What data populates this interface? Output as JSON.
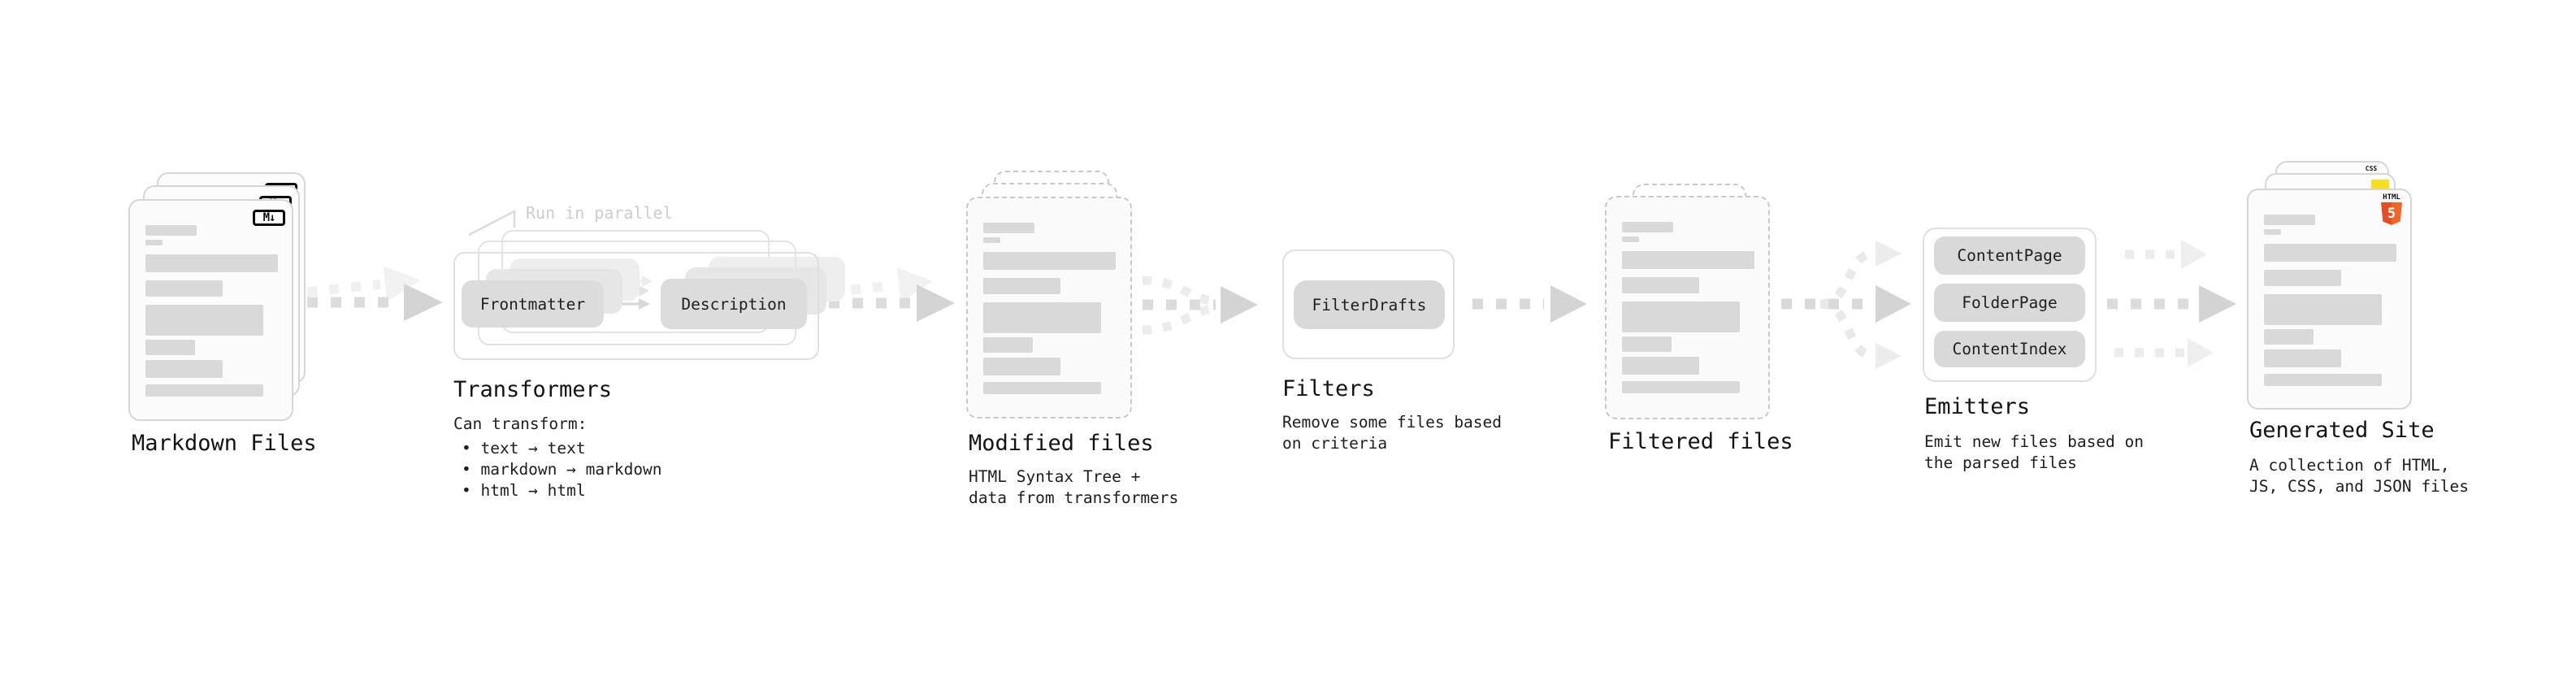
{
  "colors": {
    "html5_orange": "#e44d26",
    "html5_orange_light": "#f16529",
    "js_yellow": "#f7df1e",
    "css_blue": "#2b6ef2"
  },
  "stages": {
    "markdown": {
      "label": "Markdown Files",
      "badge": "M↓"
    },
    "transformers": {
      "label": "Transformers",
      "annotation": "Run in parallel",
      "button_frontmatter": "Frontmatter",
      "button_description": "Description",
      "desc_heading": "Can transform:",
      "bullets": [
        "• text → text",
        "• markdown → markdown",
        "• html → html"
      ]
    },
    "modified": {
      "label": "Modified files",
      "desc": "HTML Syntax Tree +\ndata from transformers"
    },
    "filters": {
      "label": "Filters",
      "button": "FilterDrafts",
      "desc": "Remove some files based\non criteria"
    },
    "filtered": {
      "label": "Filtered files"
    },
    "emitters": {
      "label": "Emitters",
      "buttons": [
        "ContentPage",
        "FolderPage",
        "ContentIndex"
      ],
      "desc": "Emit new files based on\nthe parsed files"
    },
    "site": {
      "label": "Generated Site",
      "desc": "A collection of HTML,\nJS, CSS, and JSON files",
      "badge_css": "CSS",
      "badge_html": "HTML",
      "badge_html_number": "5"
    }
  }
}
